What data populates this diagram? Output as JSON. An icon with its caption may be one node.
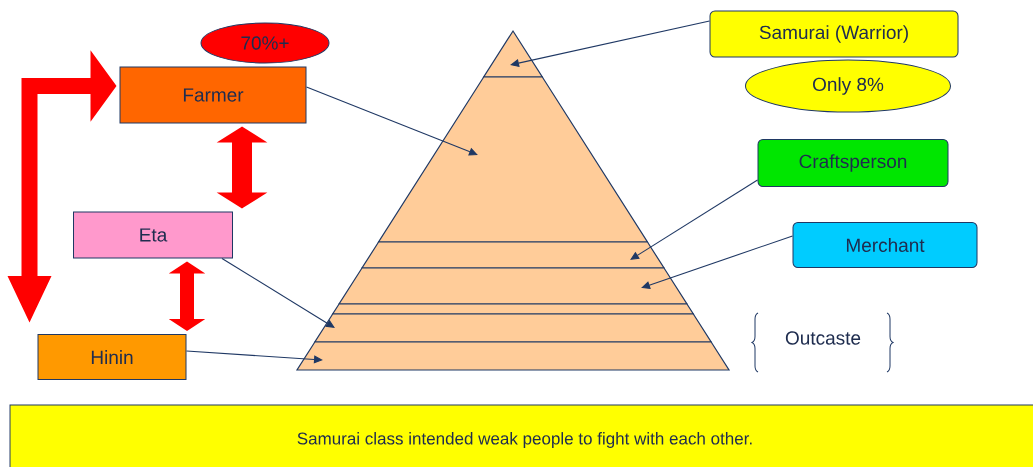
{
  "diagram": {
    "nodes": [
      {
        "text": [
          "70%+"
        ]
      },
      {
        "text": [
          "Farmer"
        ]
      },
      {
        "text": [
          "Eta"
        ]
      },
      {
        "text": [
          "Hinin"
        ]
      },
      {
        "text": [],
        "shape": "triangle"
      },
      {
        "text": [],
        "shape": "band"
      },
      {
        "text": [],
        "shape": "band"
      },
      {
        "text": [],
        "shape": "band"
      },
      {
        "text": [],
        "shape": "band"
      },
      {
        "text": [],
        "shape": "band"
      },
      {
        "text": [],
        "shape": "band"
      },
      {
        "text": [
          "Samurai (Warrior)"
        ]
      },
      {
        "text": [
          "Only 8%"
        ]
      },
      {
        "text": [
          "Craftsperson"
        ]
      },
      {
        "text": [
          "Merchant"
        ]
      },
      {
        "text": [
          "Samurai class intended weak people to fight with each other."
        ]
      }
    ],
    "edges": [
      {
        "from": 1,
        "to": 2,
        "arrow": "both",
        "style": "thick",
        "color": "#ff0000"
      },
      {
        "from": 2,
        "to": 3,
        "arrow": "both",
        "style": "thick",
        "color": "#ff0000"
      },
      {
        "from": 3,
        "to": 1,
        "arrow": "both",
        "style": "thick",
        "color": "#ff0000"
      },
      {
        "from": 11,
        "to": 4,
        "arrow": "to"
      },
      {
        "from": 1,
        "to": 5,
        "arrow": "to"
      },
      {
        "from": 13,
        "to": 6,
        "arrow": "to"
      },
      {
        "from": 14,
        "to": 7,
        "arrow": "to"
      },
      {
        "from": 2,
        "to": 9,
        "arrow": "to"
      },
      {
        "from": 3,
        "to": 10,
        "arrow": "to"
      }
    ],
    "labels": [
      "Outcaste"
    ]
  }
}
